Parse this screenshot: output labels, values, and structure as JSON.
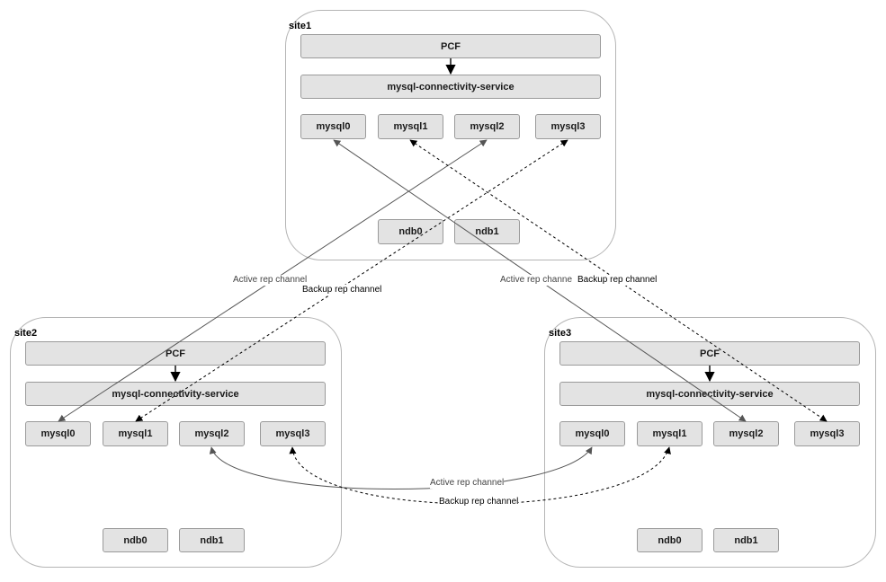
{
  "sites": [
    {
      "label": "site1",
      "pcf": "PCF",
      "service": "mysql-connectivity-service",
      "mysql": [
        "mysql0",
        "mysql1",
        "mysql2",
        "mysql3"
      ],
      "ndb": [
        "ndb0",
        "ndb1"
      ]
    },
    {
      "label": "site2",
      "pcf": "PCF",
      "service": "mysql-connectivity-service",
      "mysql": [
        "mysql0",
        "mysql1",
        "mysql2",
        "mysql3"
      ],
      "ndb": [
        "ndb0",
        "ndb1"
      ]
    },
    {
      "label": "site3",
      "pcf": "PCF",
      "service": "mysql-connectivity-service",
      "mysql": [
        "mysql0",
        "mysql1",
        "mysql2",
        "mysql3"
      ],
      "ndb": [
        "ndb0",
        "ndb1"
      ]
    }
  ],
  "channels": {
    "active": "Active rep channel",
    "backup": "Backup rep channel",
    "active_truncated": "Active rep channe"
  },
  "colors": {
    "box_fill": "#e3e3e3",
    "box_border": "#9a9a9a",
    "site_border": "#b5b5b5",
    "active_line": "#555555",
    "backup_line": "#000000"
  }
}
